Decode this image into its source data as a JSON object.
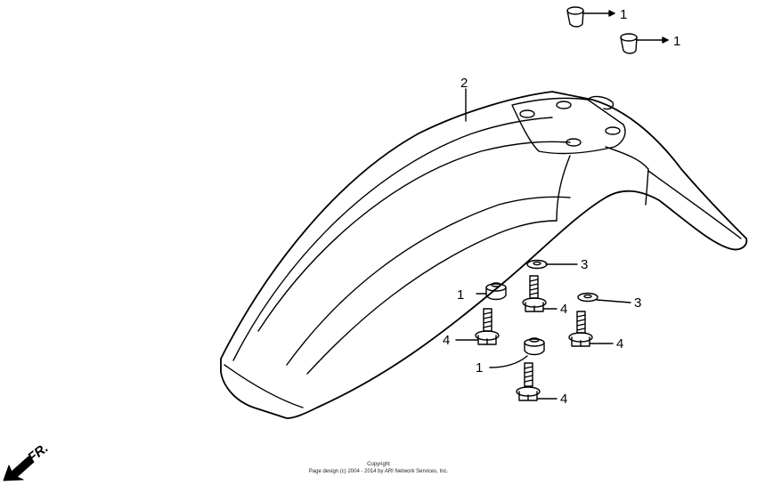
{
  "callouts": {
    "collar_top_a": "1",
    "collar_top_b": "1",
    "fender": "2",
    "washer_a": "3",
    "washer_b": "3",
    "collar_mid_a": "1",
    "bolt_a": "4",
    "bolt_left": "4",
    "bolt_right": "4",
    "collar_mid_b": "1",
    "bolt_bottom": "4"
  },
  "direction_label": "FR.",
  "copyright": {
    "title": "Copyright",
    "line": "Page design (c) 2004 - 2014 by ARI Network Services, Inc."
  }
}
